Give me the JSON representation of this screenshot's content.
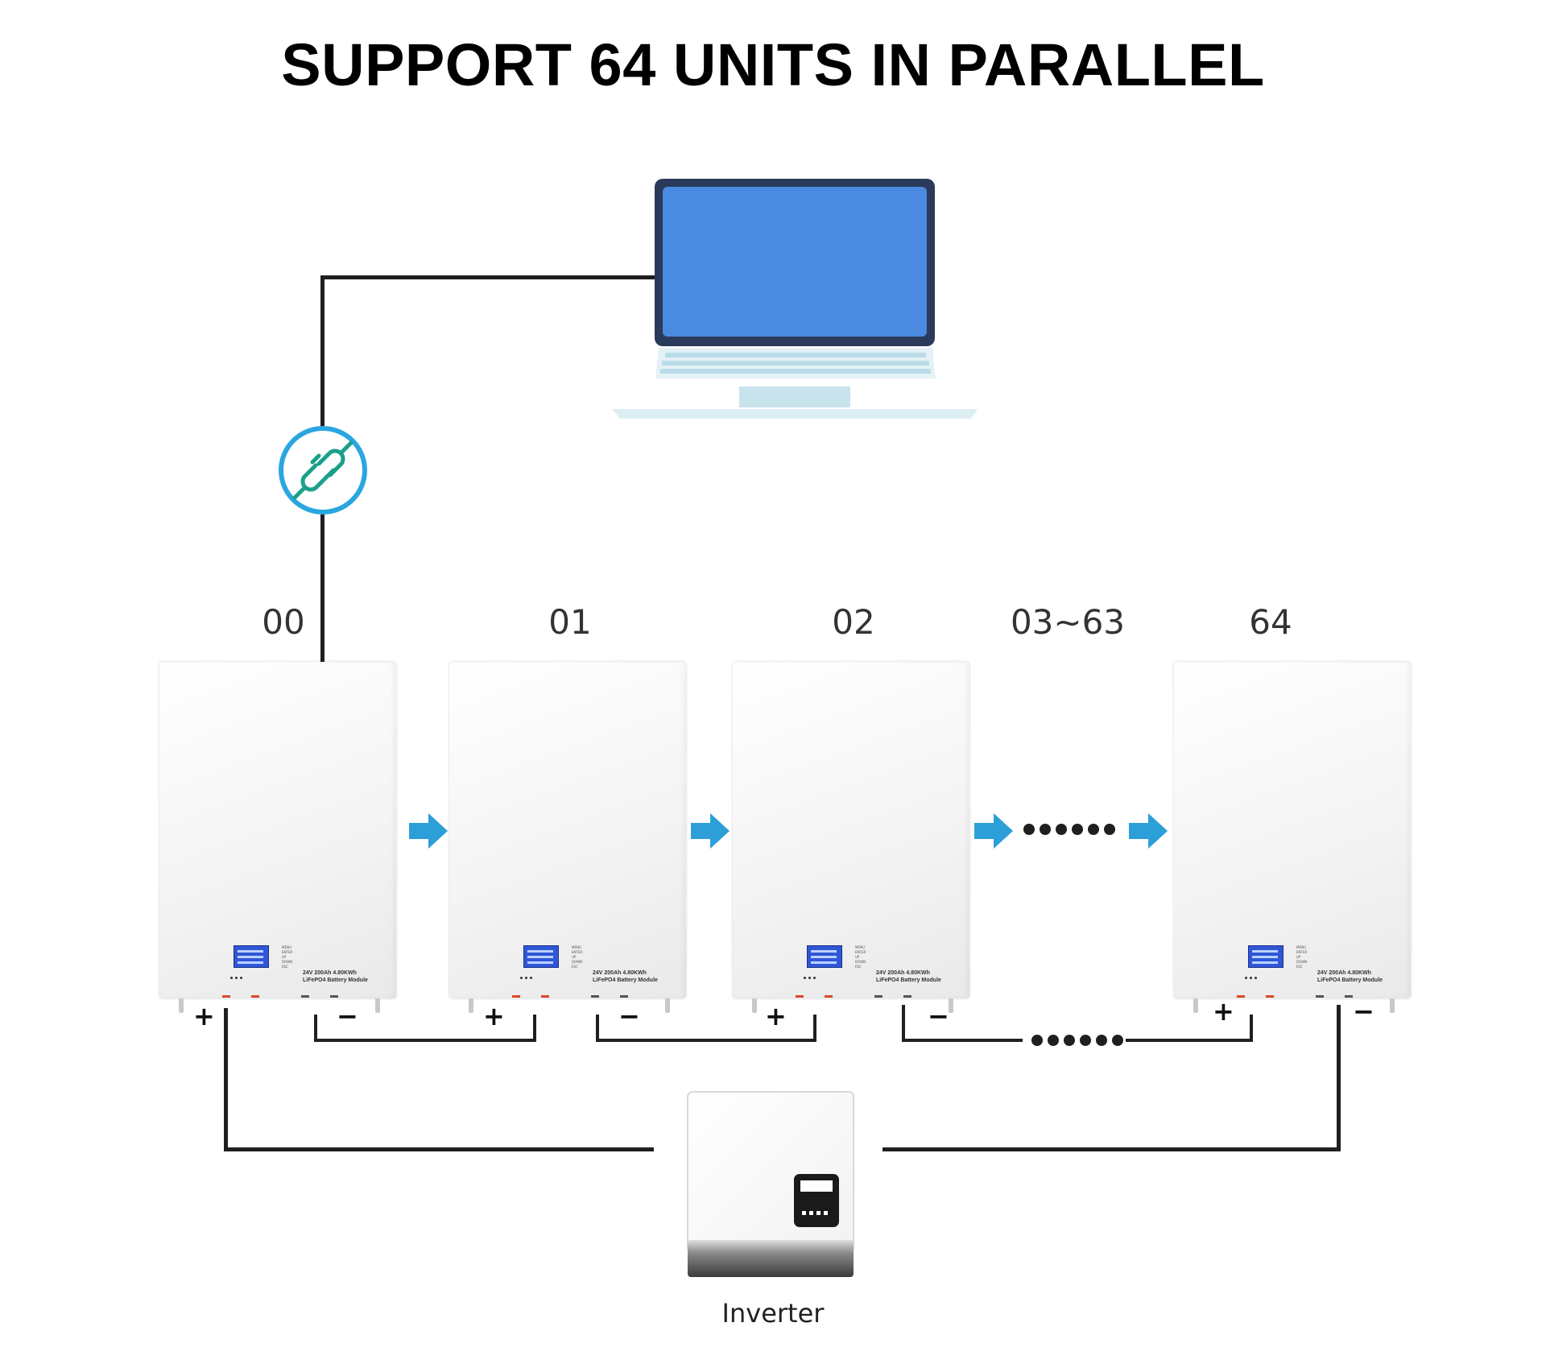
{
  "title": "SUPPORT 64 UNITS IN PARALLEL",
  "units": [
    {
      "label": "00"
    },
    {
      "label": "01"
    },
    {
      "label": "02"
    },
    {
      "label": "03~63"
    },
    {
      "label": "64"
    }
  ],
  "battery": {
    "model_line1": "24V 200Ah 4.80KWh",
    "model_line2": "LiFePO4 Battery Module",
    "buttons": [
      "MENU",
      "ENTER",
      "UP",
      "DOWN",
      "ESC"
    ]
  },
  "terminals": {
    "positive": "+",
    "negative": "−"
  },
  "inverter": {
    "label": "Inverter"
  },
  "colors": {
    "laptop_screen": "#4a8ae0",
    "laptop_bezel": "#2a3a5a",
    "keyboard": "#cde6ef",
    "arrow": "#2d9fd8",
    "connector_ring": "#2aa6e0",
    "plug_icon": "#1aa08a",
    "wire": "#1f1f1f"
  },
  "icons": [
    "laptop-icon",
    "plug-connector-icon",
    "arrow-right-icon",
    "inverter-icon"
  ]
}
